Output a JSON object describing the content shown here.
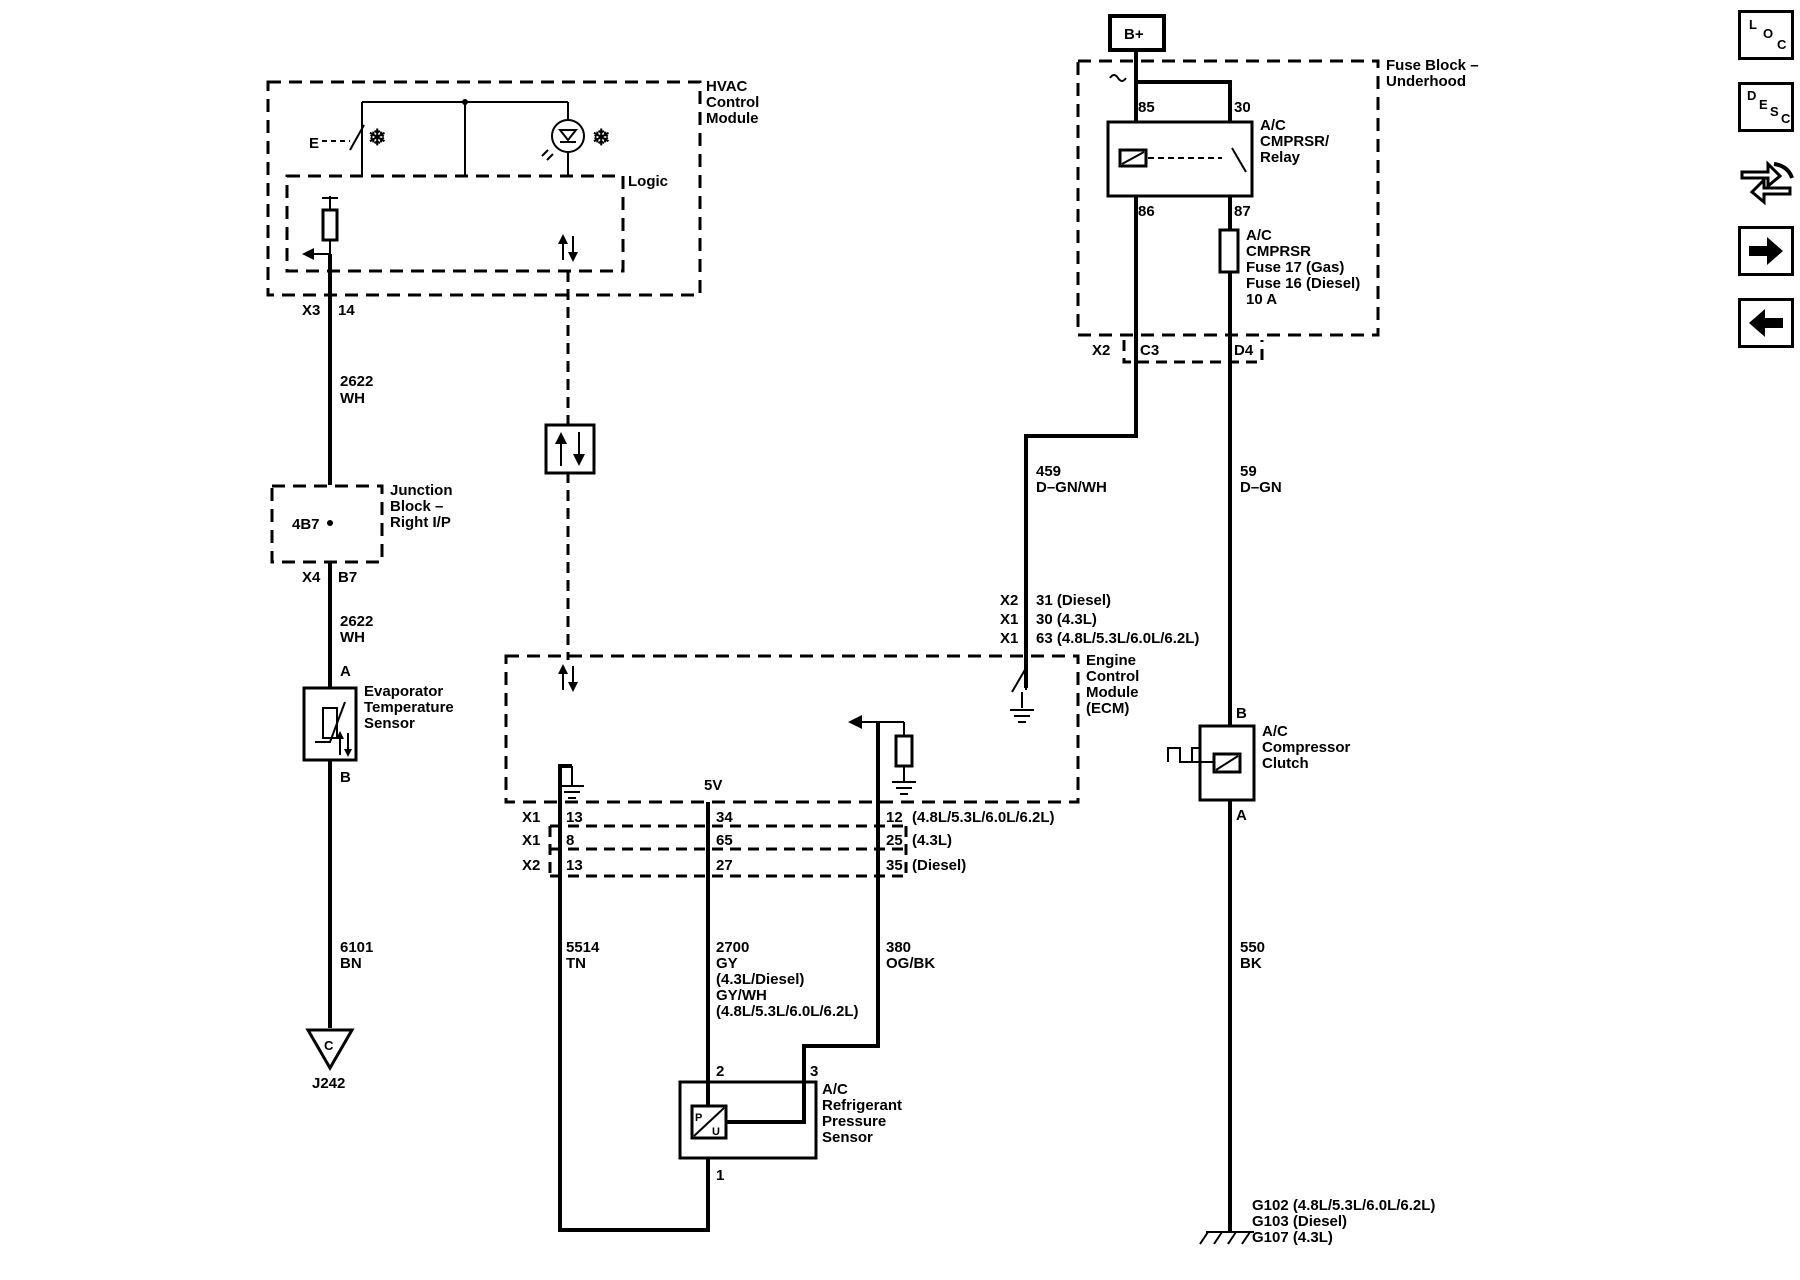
{
  "battery": "B+",
  "hvac": {
    "title": [
      "HVAC",
      "Control",
      "Module"
    ],
    "logic": "Logic",
    "connector": "X3",
    "pin": "14",
    "e_label": "E"
  },
  "wire_2622_upper": {
    "circuit": "2622",
    "color": "WH"
  },
  "junction_block": {
    "title": [
      "Junction",
      "Block –",
      "Right I/P"
    ],
    "splice": "4B7",
    "connector": "X4",
    "pin": "B7"
  },
  "wire_2622_lower": {
    "circuit": "2622",
    "color": "WH"
  },
  "evap_sensor": {
    "title": [
      "Evaporator",
      "Temperature",
      "Sensor"
    ],
    "pin_a": "A",
    "pin_b": "B"
  },
  "wire_6101": {
    "circuit": "6101",
    "color": "BN"
  },
  "ground_c": {
    "letter": "C",
    "connector": "J242"
  },
  "fuse_block": {
    "title": [
      "Fuse Block –",
      "Underhood"
    ],
    "relay_title": [
      "A/C",
      "CMPRSR/",
      "Relay"
    ],
    "pin_85": "85",
    "pin_30": "30",
    "pin_86": "86",
    "pin_87": "87",
    "fuse_title": [
      "A/C",
      "CMPRSR",
      "Fuse 17 (Gas)",
      "Fuse 16 (Diesel)",
      "10 A"
    ],
    "connector": "X2",
    "pin_c3": "C3",
    "pin_d4": "D4"
  },
  "wire_459": {
    "circuit": "459",
    "color": "D–GN/WH"
  },
  "wire_59": {
    "circuit": "59",
    "color": "D–GN"
  },
  "ecm": {
    "title": [
      "Engine",
      "Control",
      "Module",
      "(ECM)"
    ],
    "pin_rows": [
      {
        "connector": "X2",
        "pin": "31 (Diesel)"
      },
      {
        "connector": "X1",
        "pin": "30 (4.3L)"
      },
      {
        "connector": "X1",
        "pin": "63 (4.8L/5.3L/6.0L/6.2L)"
      }
    ],
    "five_v": "5V",
    "bottom_rows": [
      {
        "connector": "X1",
        "p1": "13",
        "p2": "34",
        "p3": "12",
        "note": "(4.8L/5.3L/6.0L/6.2L)"
      },
      {
        "connector": "X1",
        "p1": "8",
        "p2": "65",
        "p3": "25",
        "note": "(4.3L)"
      },
      {
        "connector": "X2",
        "p1": "13",
        "p2": "27",
        "p3": "35",
        "note": "(Diesel)"
      }
    ]
  },
  "clutch": {
    "title": [
      "A/C",
      "Compressor",
      "Clutch"
    ],
    "pin_b": "B",
    "pin_a": "A"
  },
  "wire_5514": {
    "circuit": "5514",
    "color": "TN"
  },
  "wire_2700": {
    "circuit": "2700",
    "lines": [
      "GY",
      "(4.3L/Diesel)",
      "GY/WH",
      "(4.8L/5.3L/6.0L/6.2L)"
    ]
  },
  "wire_380": {
    "circuit": "380",
    "color": "OG/BK"
  },
  "wire_550": {
    "circuit": "550",
    "color": "BK"
  },
  "pressure_sensor": {
    "title": [
      "A/C",
      "Refrigerant",
      "Pressure",
      "Sensor"
    ],
    "pin_1": "1",
    "pin_2": "2",
    "pin_3": "3",
    "p": "P",
    "u": "U"
  },
  "grounds": [
    "G102 (4.8L/5.3L/6.0L/6.2L)",
    "G103 (Diesel)",
    "G107 (4.3L)"
  ],
  "nav": {
    "loc": [
      "L",
      "O",
      "C"
    ],
    "desc": [
      "D",
      "E",
      "S",
      "C"
    ],
    "icons": [
      "connector-icon",
      "next-arrow-icon",
      "previous-arrow-icon"
    ]
  }
}
